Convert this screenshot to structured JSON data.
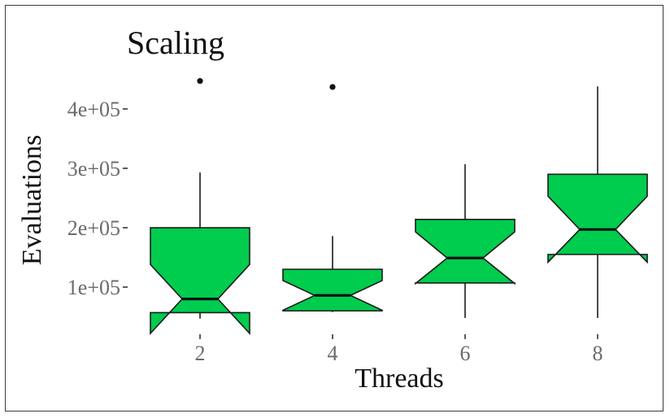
{
  "chart_data": {
    "type": "box",
    "title": "Scaling",
    "xlabel": "Threads",
    "ylabel": "Evaluations",
    "categories": [
      "2",
      "4",
      "6",
      "8"
    ],
    "y_ticks": [
      {
        "value": 100000,
        "label": "1e+05"
      },
      {
        "value": 200000,
        "label": "2e+05"
      },
      {
        "value": 300000,
        "label": "3e+05"
      },
      {
        "value": 400000,
        "label": "4e+05"
      }
    ],
    "ylim": [
      22000,
      478000
    ],
    "notched": true,
    "grid": false,
    "fill_color": "#00cc4e",
    "stroke_color": "#1a1a1a",
    "boxes": [
      {
        "category": "2",
        "whisker_low": 47000,
        "q1": 57000,
        "median": 80000,
        "q3": 200000,
        "whisker_high": 293000,
        "notch_low": 22000,
        "notch_high": 138000,
        "outliers": [
          447000
        ]
      },
      {
        "category": "4",
        "whisker_low": 58000,
        "q1": 60000,
        "median": 86000,
        "q3": 130000,
        "whisker_high": 186000,
        "notch_low": 61000,
        "notch_high": 111000,
        "outliers": [
          437000
        ]
      },
      {
        "category": "6",
        "whisker_low": 48000,
        "q1": 107000,
        "median": 149000,
        "q3": 214000,
        "whisker_high": 307000,
        "notch_low": 106000,
        "notch_high": 193000,
        "outliers": []
      },
      {
        "category": "8",
        "whisker_low": 48000,
        "q1": 155000,
        "median": 197000,
        "q3": 290000,
        "whisker_high": 438000,
        "notch_low": 142000,
        "notch_high": 253000,
        "outliers": []
      }
    ]
  }
}
